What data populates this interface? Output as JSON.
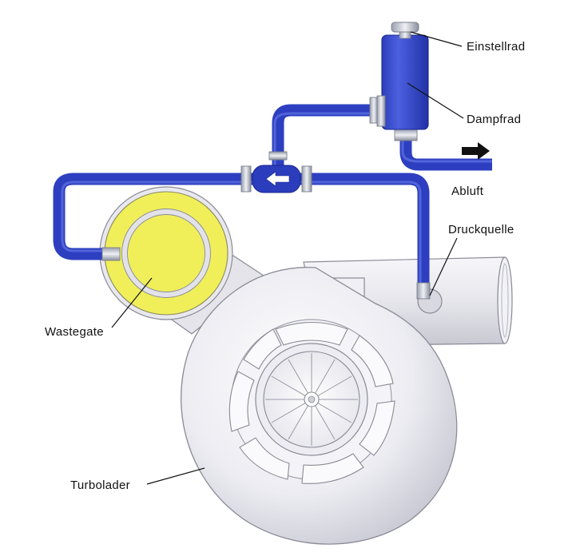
{
  "labels": {
    "einstellrad": "Einstellrad",
    "dampfrad": "Dampfrad",
    "abluft": "Abluft",
    "druckquelle": "Druckquelle",
    "wastegate": "Wastegate",
    "turbolader": "Turbolader"
  },
  "icons": {
    "exhaust_arrow": "arrow-right-icon",
    "valve_arrow": "arrow-left-icon"
  },
  "colors": {
    "pipe": "#2d3fc0",
    "pipe_highlight": "#6f83ee",
    "damper": "#3b4fd6",
    "wastegate": "#f0ef5a",
    "turbo_body": "#eeeef4",
    "outline": "#8a8a96"
  }
}
